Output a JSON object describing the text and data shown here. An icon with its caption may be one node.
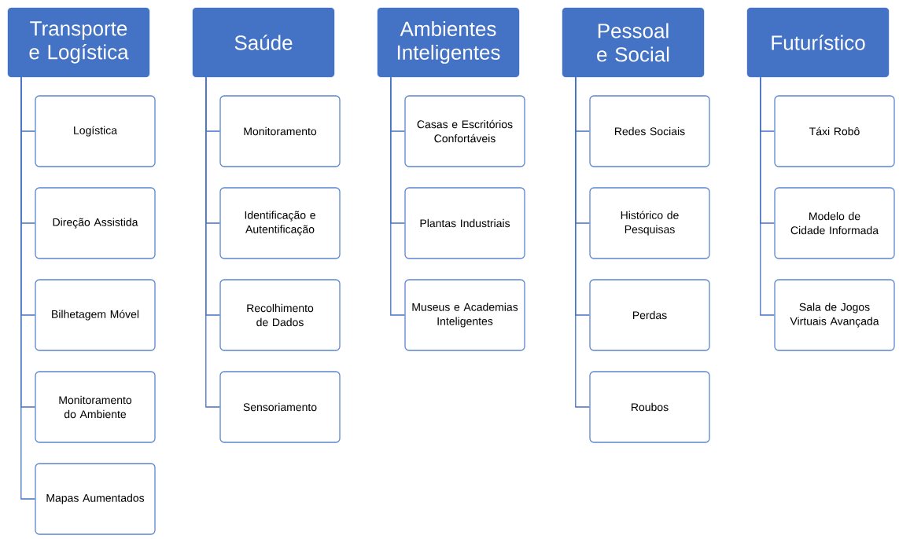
{
  "diagram": {
    "nodes": [
      {
        "text": [
          "Transporte e Logística"
        ]
      },
      {
        "text": [
          "Logística"
        ]
      },
      {
        "text": [
          "Direção Assistida"
        ]
      },
      {
        "text": [
          "Bilhetagem Móvel"
        ]
      },
      {
        "text": [
          "Monitoramento do Ambiente"
        ]
      },
      {
        "text": [
          "Mapas Aumentados"
        ]
      },
      {
        "text": [
          "Saúde"
        ]
      },
      {
        "text": [
          "Monitoramento"
        ]
      },
      {
        "text": [
          "Identificação e Autentificação"
        ]
      },
      {
        "text": [
          "Recolhimento de Dados"
        ]
      },
      {
        "text": [
          "Sensoriamento"
        ]
      },
      {
        "text": [
          "Ambientes Inteligentes"
        ]
      },
      {
        "text": [
          "Casas e Escritórios Confortáveis"
        ]
      },
      {
        "text": [
          "Plantas Industriais"
        ]
      },
      {
        "text": [
          "Museus e Academias Inteligentes"
        ]
      },
      {
        "text": [
          "Pessoal e Social"
        ]
      },
      {
        "text": [
          "Redes Sociais"
        ]
      },
      {
        "text": [
          "Histórico de Pesquisas"
        ]
      },
      {
        "text": [
          "Perdas"
        ]
      },
      {
        "text": [
          "Roubos"
        ]
      },
      {
        "text": [
          "Futurístico"
        ]
      },
      {
        "text": [
          "Táxi Robô"
        ]
      },
      {
        "text": [
          "Modelo de Cidade Informada"
        ]
      },
      {
        "text": [
          "Sala de Jogos Virtuais Avançada"
        ]
      }
    ],
    "edges": [
      {
        "from": 0,
        "to": 1,
        "arrow": "none"
      },
      {
        "from": 0,
        "to": 2,
        "arrow": "none"
      },
      {
        "from": 0,
        "to": 3,
        "arrow": "none"
      },
      {
        "from": 0,
        "to": 4,
        "arrow": "none"
      },
      {
        "from": 0,
        "to": 5,
        "arrow": "none"
      },
      {
        "from": 6,
        "to": 7,
        "arrow": "none"
      },
      {
        "from": 6,
        "to": 8,
        "arrow": "none"
      },
      {
        "from": 6,
        "to": 9,
        "arrow": "none"
      },
      {
        "from": 6,
        "to": 10,
        "arrow": "none"
      },
      {
        "from": 11,
        "to": 12,
        "arrow": "none"
      },
      {
        "from": 11,
        "to": 13,
        "arrow": "none"
      },
      {
        "from": 11,
        "to": 14,
        "arrow": "none"
      },
      {
        "from": 15,
        "to": 16,
        "arrow": "none"
      },
      {
        "from": 15,
        "to": 17,
        "arrow": "none"
      },
      {
        "from": 15,
        "to": 18,
        "arrow": "none"
      },
      {
        "from": 15,
        "to": 19,
        "arrow": "none"
      },
      {
        "from": 20,
        "to": 21,
        "arrow": "none"
      },
      {
        "from": 20,
        "to": 22,
        "arrow": "none"
      },
      {
        "from": 20,
        "to": 23,
        "arrow": "none"
      }
    ]
  }
}
